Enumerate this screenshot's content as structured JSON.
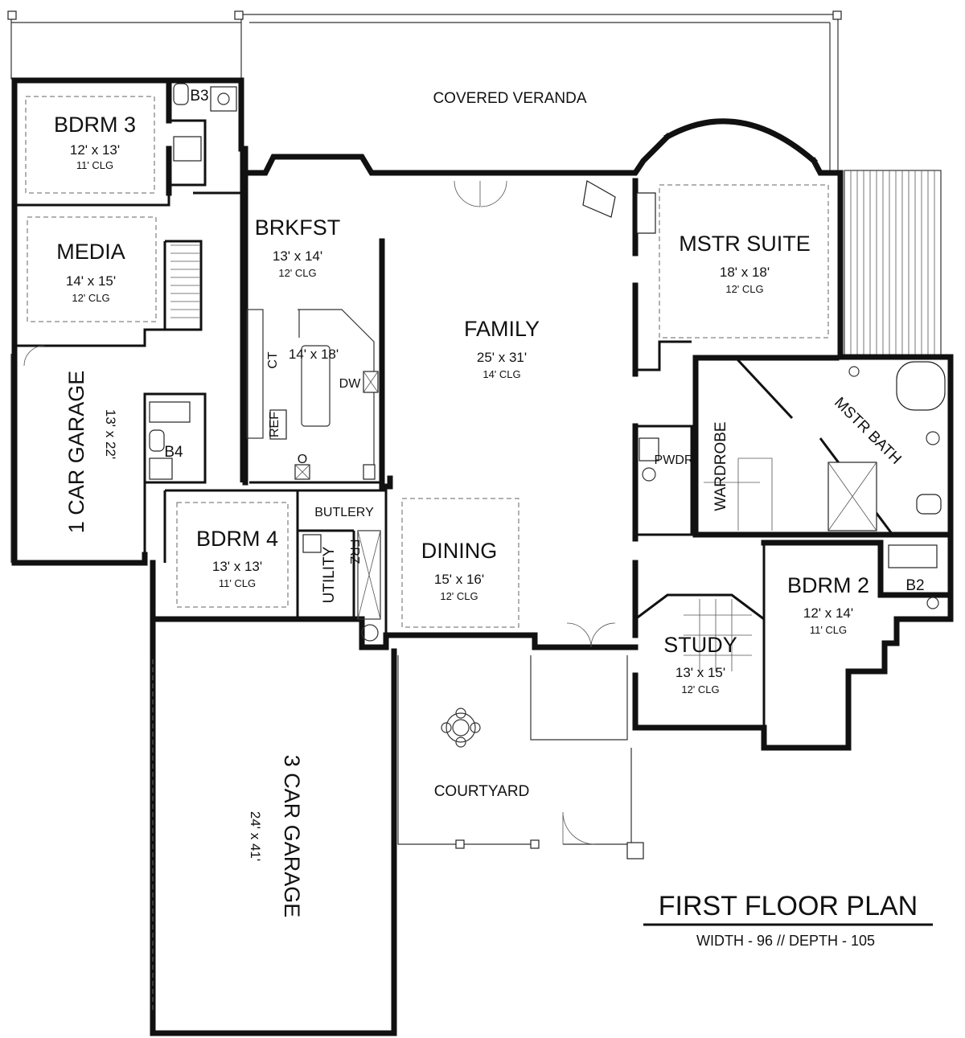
{
  "rooms": {
    "covered_veranda": {
      "name": "COVERED VERANDA"
    },
    "bdrm3": {
      "name": "BDRM 3",
      "size": "12' x 13'",
      "clg": "11' CLG"
    },
    "b3": {
      "name": "B3"
    },
    "media": {
      "name": "MEDIA",
      "size": "14' x 15'",
      "clg": "12' CLG"
    },
    "brkfst": {
      "name": "BRKFST",
      "size": "13' x 14'",
      "clg": "12' CLG"
    },
    "kitchen": {
      "size": "14' x 18'",
      "ct": "CT",
      "dw": "DW",
      "ref": "REF",
      "o": "O"
    },
    "family": {
      "name": "FAMILY",
      "size": "25' x 31'",
      "clg": "14' CLG"
    },
    "mstr_suite": {
      "name": "MSTR SUITE",
      "size": "18' x 18'",
      "clg": "12' CLG"
    },
    "mstr_bath": {
      "name": "MSTR BATH"
    },
    "wardrobe": {
      "name": "WARDROBE"
    },
    "pwdr": {
      "name": "PWDR"
    },
    "garage1": {
      "name": "1 CAR GARAGE",
      "size": "13' x 22'"
    },
    "b4": {
      "name": "B4"
    },
    "bdrm4": {
      "name": "BDRM 4",
      "size": "13' x 13'",
      "clg": "11' CLG"
    },
    "butlery": {
      "name": "BUTLERY"
    },
    "utility": {
      "name": "UTILITY"
    },
    "frz": {
      "name": "FRZ"
    },
    "dining": {
      "name": "DINING",
      "size": "15' x 16'",
      "clg": "12' CLG"
    },
    "bdrm2": {
      "name": "BDRM 2",
      "size": "12' x 14'",
      "clg": "11' CLG"
    },
    "b2": {
      "name": "B2"
    },
    "study": {
      "name": "STUDY",
      "size": "13' x 15'",
      "clg": "12' CLG"
    },
    "courtyard": {
      "name": "COURTYARD"
    },
    "garage3": {
      "name": "3 CAR GARAGE",
      "size": "24' x 41'"
    }
  },
  "plan": {
    "title": "FIRST FLOOR PLAN",
    "dimensions": "WIDTH - 96 // DEPTH - 105"
  }
}
